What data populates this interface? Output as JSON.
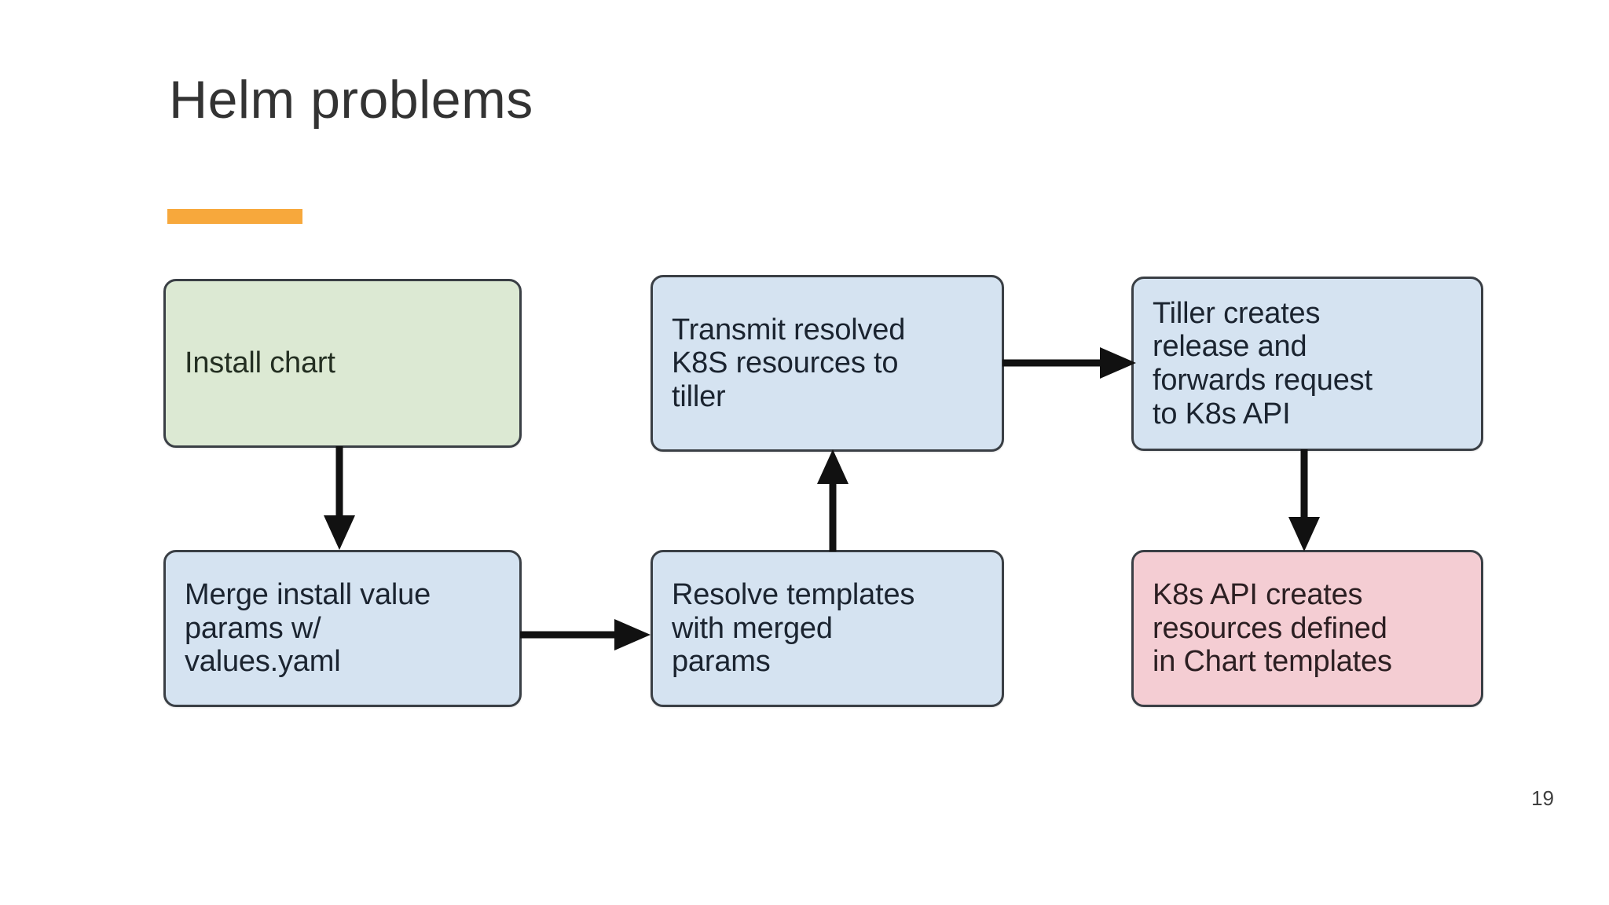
{
  "slide": {
    "title": "Helm problems",
    "page_number": "19",
    "accent_color": "#F7A83C",
    "background_color": "#FFFFFF",
    "title_color": "#333333"
  },
  "diagram": {
    "type": "flowchart",
    "nodes": [
      {
        "id": "install-chart",
        "label": "Install chart",
        "fill": "#DCE9D3",
        "border": "#3A3F45",
        "shape": "rounded-rectangle",
        "column": 1,
        "row": 1
      },
      {
        "id": "merge-install-values",
        "label": "Merge install value\nparams w/\nvalues.yaml",
        "fill": "#D5E3F1",
        "border": "#3A3F45",
        "shape": "rounded-rectangle",
        "column": 1,
        "row": 2
      },
      {
        "id": "resolve-templates",
        "label": "Resolve templates\nwith merged\nparams",
        "fill": "#D5E3F1",
        "border": "#3A3F45",
        "shape": "rounded-rectangle",
        "column": 2,
        "row": 2
      },
      {
        "id": "transmit-resources",
        "label": "Transmit resolved\nK8S resources to\ntiller",
        "fill": "#D5E3F1",
        "border": "#3A3F45",
        "shape": "rounded-rectangle",
        "column": 2,
        "row": 1
      },
      {
        "id": "tiller-creates-release",
        "label": "Tiller creates\nrelease and\nforwards request\nto K8s API",
        "fill": "#D5E3F1",
        "border": "#3A3F45",
        "shape": "rounded-rectangle",
        "column": 3,
        "row": 1
      },
      {
        "id": "k8s-api-creates-resources",
        "label": "K8s API creates\nresources defined\nin Chart templates",
        "fill": "#F4CDD3",
        "border": "#3A3F45",
        "shape": "rounded-rectangle",
        "column": 3,
        "row": 2
      }
    ],
    "edges": [
      {
        "id": "install-to-merge",
        "from": "install-chart",
        "to": "merge-install-values",
        "direction": "down"
      },
      {
        "id": "merge-to-resolve",
        "from": "merge-install-values",
        "to": "resolve-templates",
        "direction": "right"
      },
      {
        "id": "resolve-to-transmit",
        "from": "resolve-templates",
        "to": "transmit-resources",
        "direction": "up"
      },
      {
        "id": "transmit-to-tiller",
        "from": "transmit-resources",
        "to": "tiller-creates-release",
        "direction": "right"
      },
      {
        "id": "tiller-to-k8s-api",
        "from": "tiller-creates-release",
        "to": "k8s-api-creates-resources",
        "direction": "down"
      }
    ],
    "edge_color": "#111111"
  }
}
